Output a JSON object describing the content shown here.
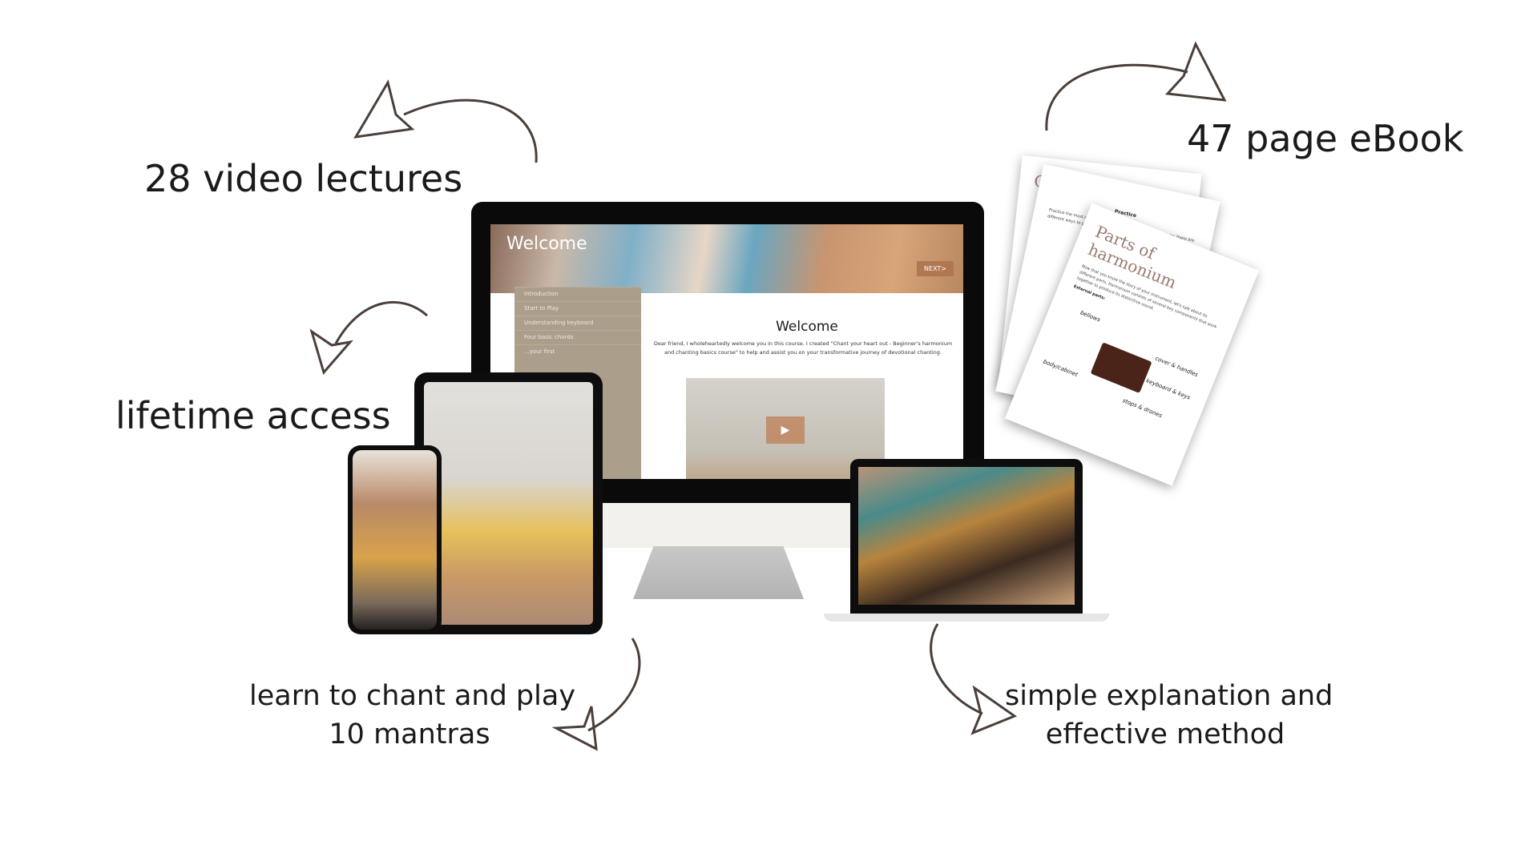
{
  "features": {
    "videos": "28 video lectures",
    "ebook": "47 page eBook",
    "access": "lifetime access",
    "mantras": [
      "learn to chant and play",
      "10 mantras"
    ],
    "method": [
      "simple explanation and",
      "effective method"
    ]
  },
  "course_screen": {
    "hero_title": "Welcome",
    "next_button": "NEXT>",
    "sidebar": [
      "Introduction",
      "Start to Play",
      "Understanding keyboard",
      "Four basic chords",
      "...your first"
    ],
    "title": "Welcome",
    "intro": "Dear friend, I wholeheartedly welcome you in this course. I created \"Chant your heart out - Beginner's harmonium and chanting basics course\" to help and assist you on your transformative journey of devotional chanting.",
    "play_icon": "play-icon"
  },
  "ebook_pages": {
    "page1_title": "Guru Mantra",
    "page2_heading": "Practice",
    "page2_text": "Practice the most common chord transition: C - G - Am - F. Note: there are different ways to play the C-G-Am-F progression.",
    "page3_title": "Parts of harmonium",
    "page3_text": "Now that you know the story of your instrument, let's talk about its different parts. Harmonium consists of several key components that work together to produce its distinctive sound.",
    "page3_subheading": "External parts:",
    "diagram_labels": [
      "bellows",
      "cover & handles",
      "body/cabinet",
      "keyboard & keys",
      "stops & drones"
    ]
  },
  "colors": {
    "accent": "#b07850",
    "sidebar": "#ab9e8b",
    "arrow": "#4a3f3a"
  }
}
